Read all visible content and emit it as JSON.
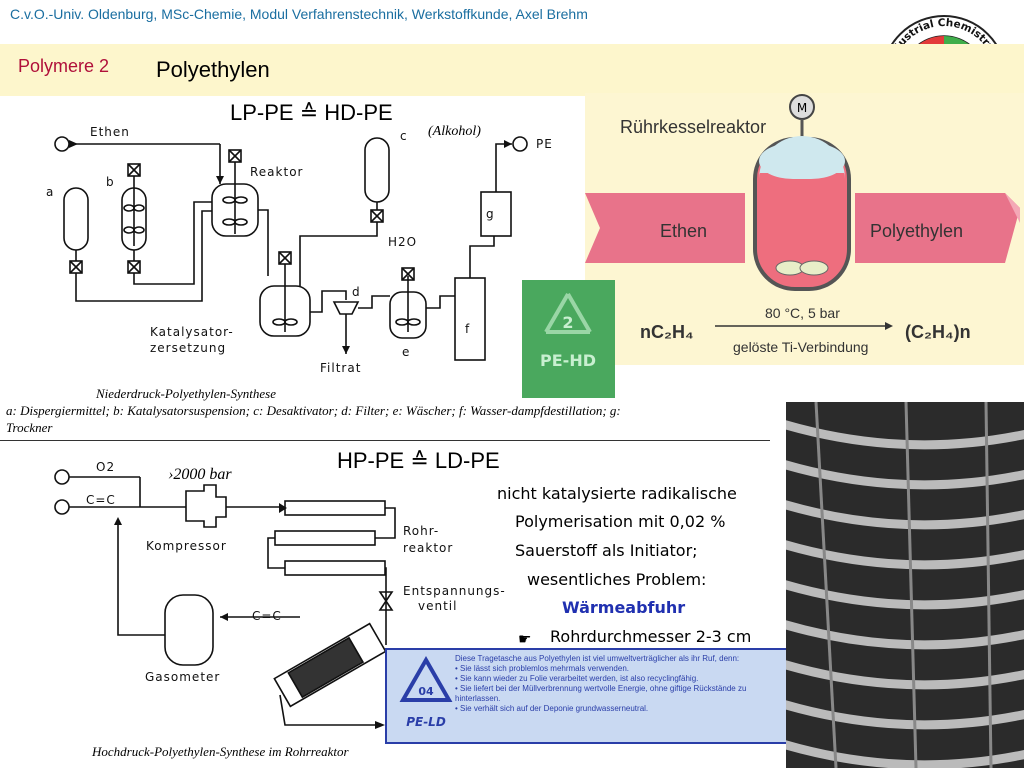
{
  "header": {
    "text": "C.v.O.-Univ. Oldenburg, MSc-Chemie, Modul Verfahrenstechnik, Werkstoffkunde, Axel Brehm"
  },
  "section_label": "Polymere 2",
  "page_title": "Polyethylen",
  "logo": {
    "ring_text": "- Industrial Chemistry - C.v.O.-University of Oldenburg"
  },
  "lp": {
    "title": "LP-PE ≙ HD-PE",
    "alkohol": "(Alkohol)",
    "labels": {
      "ethen": "Ethen",
      "pe": "PE",
      "a": "a",
      "b": "b",
      "c": "c",
      "d": "d",
      "e": "e",
      "f": "f",
      "g": "g",
      "reaktor": "Reaktor",
      "h2o": "H2O",
      "katalysator_1": "Katalysator-",
      "katalysator_2": "zersetzung",
      "filtrat": "Filtrat"
    },
    "caption": "Niederdruck-Polyethylen-Synthese",
    "legend": "a: Dispergiermittel; b: Katalysatorsuspension; c: Desaktivator; d: Filter; e: Wäscher; f: Wasser-dampfdestillation; g: Trockner"
  },
  "reactor": {
    "title": "Rührkesselreaktor",
    "motor": "M",
    "in_label": "Ethen",
    "out_label": "Polyethylen",
    "reactant": "nC₂H₄",
    "conditions_top": "80 °C, 5 bar",
    "conditions_bottom": "gelöste Ti-Verbindung",
    "product": "(C₂H₄)n"
  },
  "recycling_hd": {
    "number": "2",
    "code": "PE-HD"
  },
  "hp": {
    "title": "HP-PE ≙ LD-PE",
    "pressure": "›2000 bar",
    "labels": {
      "o2": "O2",
      "cc_in": "C=C",
      "kompressor": "Kompressor",
      "rohr_1": "Rohr-",
      "rohr_2": "reaktor",
      "entsp_1": "Entspannungs-",
      "entsp_2": "ventil",
      "cc_return": "C=C",
      "gasometer": "Gasometer"
    },
    "caption": "Hochdruck-Polyethylen-Synthese im Rohrreaktor",
    "description": [
      "nicht katalysierte radikalische",
      "Polymerisation mit 0,02 %",
      "Sauerstoff als Initiator;",
      "wesentliches Problem:"
    ],
    "problem": "Wärmeabfuhr",
    "tube_note": "Rohrdurchmesser 2-3 cm"
  },
  "bag": {
    "number": "04",
    "code": "PE-LD",
    "intro": "Diese Tragetasche aus Polyethylen ist viel umweltverträglicher als ihr Ruf, denn:",
    "bullets": [
      "Sie lässt sich problemlos mehrmals verwenden.",
      "Sie kann wieder zu Folie verarbeitet werden, ist also recyclingfähig.",
      "Sie liefert bei der Müllverbrennung wertvolle Energie, ohne giftige Rückstände zu hinterlassen.",
      "Sie verhält sich auf der Deponie grundwasserneutral."
    ]
  },
  "colors": {
    "header": "#1a6ea0",
    "section": "#b0103a",
    "band": "#fdf6cc",
    "arrow": "#e8738a",
    "reactor_fill": "#ee6e7e",
    "reactor_gas": "#cfe8ee",
    "problem": "#2030b0",
    "recycling_green": "#4aa85e",
    "bag_bg": "#c9d9f2"
  }
}
